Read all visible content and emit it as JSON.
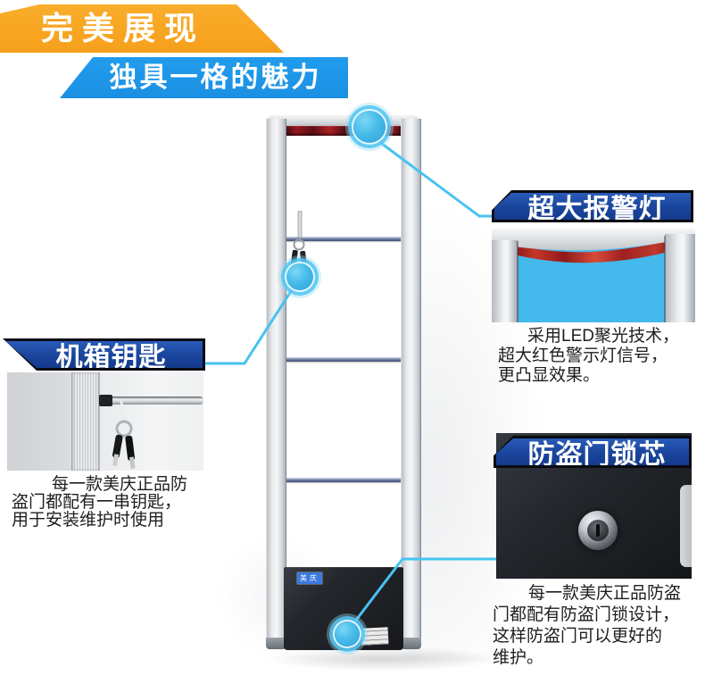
{
  "header": {
    "title": "完美展现",
    "subtitle": "独具一格的魅力"
  },
  "product": {
    "brand_label": "美庆"
  },
  "callouts": {
    "alarm": {
      "label": "超大报警灯",
      "lines": [
        "采用LED聚光技术，",
        "超大红色警示灯信号，",
        "更凸显效果。"
      ]
    },
    "key": {
      "label": "机箱钥匙",
      "lines": [
        "每一款美庆正品防",
        "盗门都配有一串钥匙，",
        "用于安装维护时使用"
      ]
    },
    "lock": {
      "label": "防盗门锁芯",
      "lines": [
        "每一款美庆正品防盗",
        "门都配有防盗门锁设计，",
        "这样防盗门可以更好的",
        "维护。"
      ]
    }
  },
  "colors": {
    "banner_orange": "#F6A01B",
    "banner_azure": "#1E96E8",
    "label_navy": "#1B47A0",
    "callout_cyan": "#47C3F1",
    "marker_blue": "#3CB3E5",
    "photo_sky": "#45B8EC"
  }
}
